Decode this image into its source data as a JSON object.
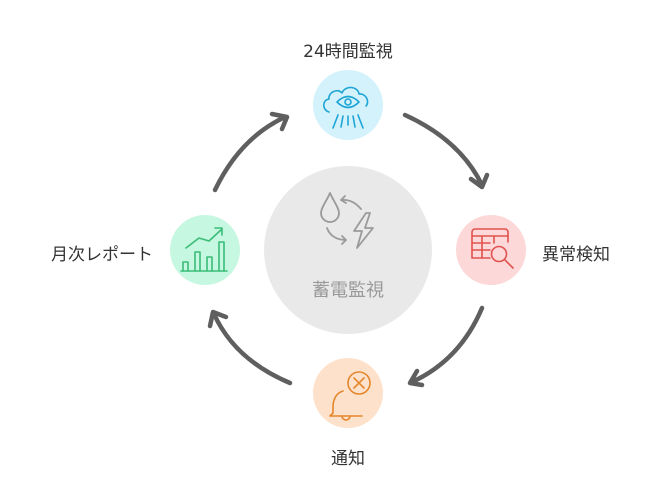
{
  "center": {
    "label": "蓄電監視",
    "icon": "water-energy-cycle-icon",
    "color": "#e9e9e9",
    "icon_color": "#9a9a9a"
  },
  "steps": [
    {
      "label": "24時間監視",
      "icon": "cloud-eye-icon",
      "bg": "#d3f2fc",
      "fg": "#1ea5d5"
    },
    {
      "label": "異常検知",
      "icon": "table-search-icon",
      "bg": "#fdd8d8",
      "fg": "#e0524f"
    },
    {
      "label": "通知",
      "icon": "bell-x-icon",
      "bg": "#fde1cb",
      "fg": "#e4872c"
    },
    {
      "label": "月次レポート",
      "icon": "bar-chart-trend-icon",
      "bg": "#c6f7e0",
      "fg": "#3bbd78"
    }
  ],
  "arrow_color": "#5f5f5f"
}
